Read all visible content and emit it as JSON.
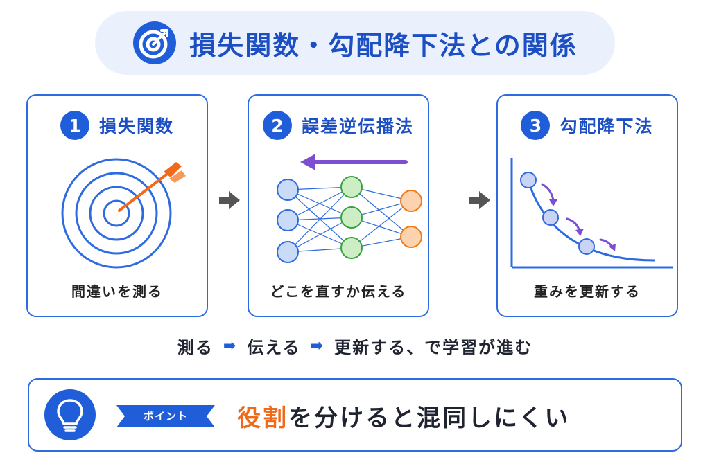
{
  "header": {
    "title": "損失関数・勾配降下法との関係",
    "icon": "target-icon"
  },
  "steps": [
    {
      "number": "1",
      "title": "損失関数",
      "caption": "間違いを測る",
      "icon": "target-arrow-icon"
    },
    {
      "number": "2",
      "title": "誤差逆伝播法",
      "caption": "どこを直すか伝える",
      "icon": "neural-network-icon"
    },
    {
      "number": "3",
      "title": "勾配降下法",
      "caption": "重みを更新する",
      "icon": "descent-curve-icon"
    }
  ],
  "flow": {
    "step1": "測る",
    "step2": "伝える",
    "step3": "更新する、で学習が進む",
    "arrow": "➡"
  },
  "point": {
    "tag": "ポイント",
    "highlight": "役割",
    "rest": "を分けると混同しにくい",
    "icon": "lightbulb-icon"
  },
  "colors": {
    "primary": "#1f5ed8",
    "title_bg": "#eaf1fc",
    "accent_orange": "#f06a1a",
    "purple": "#7b4fd0",
    "node_blue": "#c9dbf7",
    "node_green": "#cdeec5",
    "node_orange": "#fcd3ae"
  }
}
